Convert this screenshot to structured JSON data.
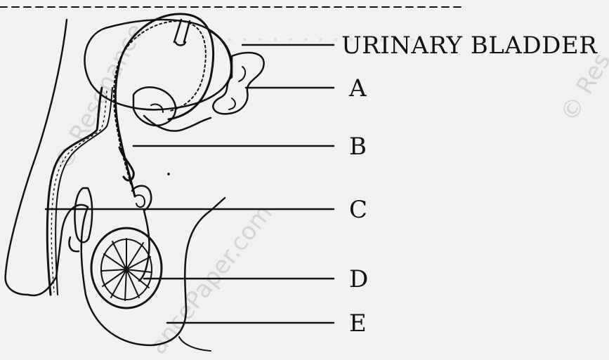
{
  "labels": {
    "urinary_bladder": "URINARY BLADDER",
    "a": "A",
    "b": "B",
    "c": "C",
    "d": "D",
    "e": "E"
  },
  "watermark": {
    "left": "© Resonance",
    "center": "ancePaper.com",
    "right": "© Res"
  },
  "colors": {
    "background": "#f1f1ef",
    "ink": "#111111",
    "faint_text": "#cfcfcc"
  }
}
